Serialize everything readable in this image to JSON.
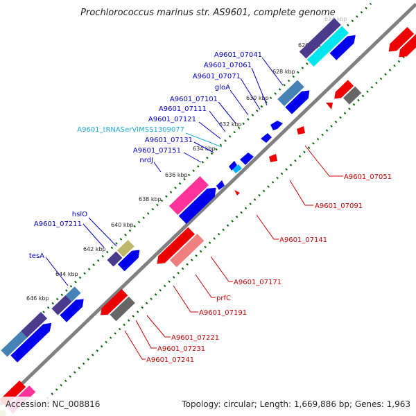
{
  "title": "Prochlorococcus marinus str. AS9601, complete genome",
  "footer": {
    "accession": "Accession: NC_008816",
    "summary": "Topology: circular; Length: 1,669,886 bp; Genes: 1,963"
  },
  "kbp_labels": [
    "624 kbp",
    "626 kbp",
    "628 kbp",
    "630 kbp",
    "632 kbp",
    "634 kbp",
    "636 kbp",
    "638 kbp",
    "640 kbp",
    "642 kbp",
    "644 kbp",
    "646 kbp"
  ],
  "forward_gene_labels": [
    "A9601_07041",
    "A9601_07061",
    "A9601_07071",
    "gloA",
    "A9601_07101",
    "A9601_07111",
    "A9601_07121",
    "A9601_tRNASerVIMSS1309077",
    "A9601_07131",
    "A9601_07151",
    "nrdJ",
    "hslO",
    "A9601_07211",
    "tesA"
  ],
  "reverse_gene_labels": [
    "A9601_07051",
    "A9601_07091",
    "A9601_07141",
    "A9601_07171",
    "prfC",
    "A9601_07191",
    "A9601_07221",
    "A9601_07231",
    "A9601_07241"
  ],
  "colors": {
    "forward_gene": "#0000ee",
    "forward_gene_alt": "#4a3a8c",
    "reverse_gene": "#ee0000",
    "pink_gene": "#ff3399",
    "cyan_gene": "#00e5ee",
    "steel_gene": "#4682b4",
    "olive_gene": "#bdb76b",
    "grey_gene": "#666666",
    "salmon_gene": "#f08080",
    "backbone": "#808080",
    "tick_green": "#006400"
  }
}
